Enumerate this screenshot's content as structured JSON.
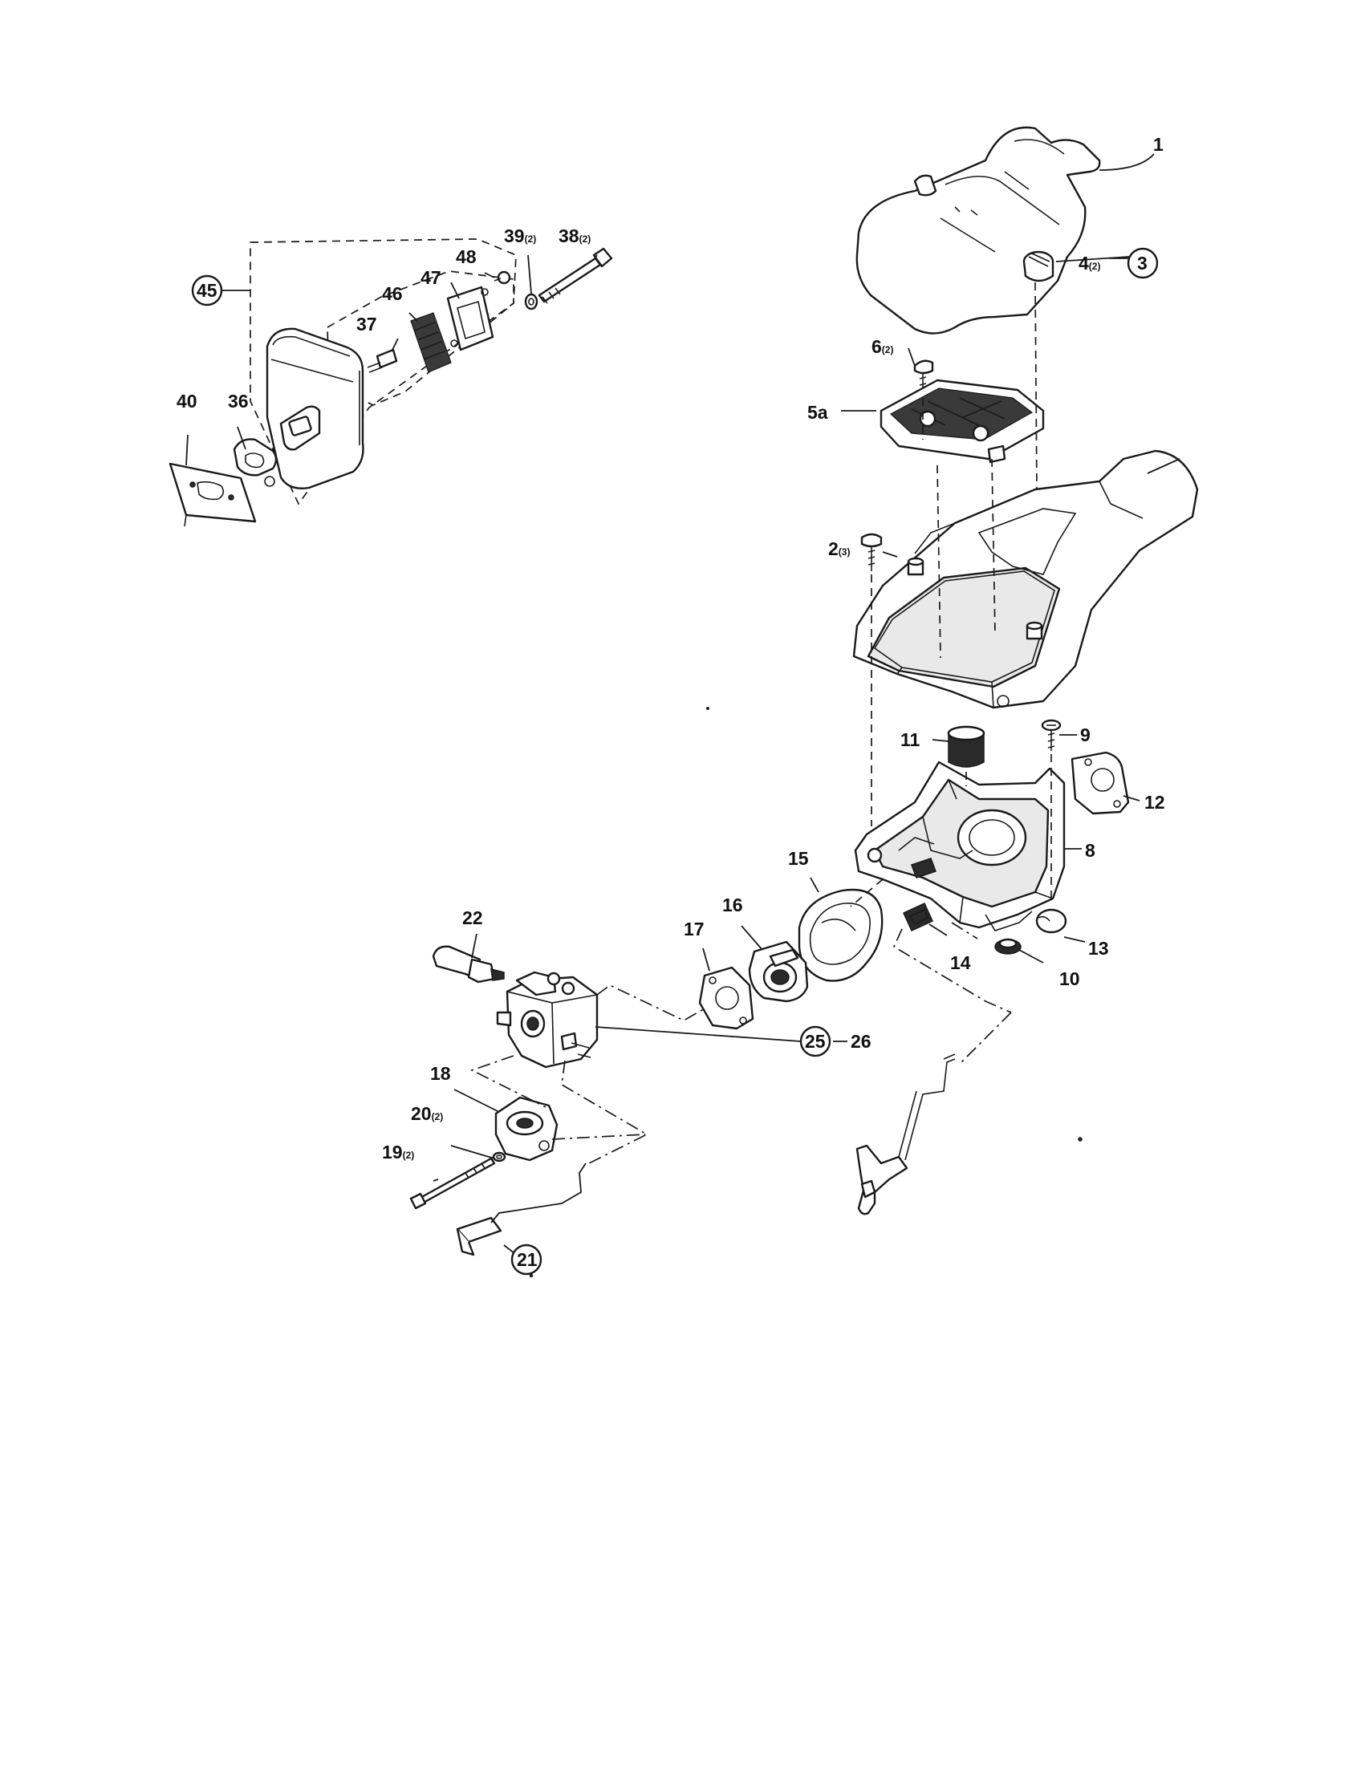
{
  "callouts": {
    "c1": {
      "num": "1",
      "qty": ""
    },
    "c2": {
      "num": "2",
      "qty": "(3)"
    },
    "c3": {
      "num": "3",
      "qty": ""
    },
    "c4": {
      "num": "4",
      "qty": "(2)"
    },
    "c5a": {
      "num": "5a",
      "qty": ""
    },
    "c6": {
      "num": "6",
      "qty": "(2)"
    },
    "c8": {
      "num": "8",
      "qty": ""
    },
    "c9": {
      "num": "9",
      "qty": ""
    },
    "c10": {
      "num": "10",
      "qty": ""
    },
    "c11": {
      "num": "11",
      "qty": ""
    },
    "c12": {
      "num": "12",
      "qty": ""
    },
    "c13": {
      "num": "13",
      "qty": ""
    },
    "c14": {
      "num": "14",
      "qty": ""
    },
    "c15": {
      "num": "15",
      "qty": ""
    },
    "c16": {
      "num": "16",
      "qty": ""
    },
    "c17": {
      "num": "17",
      "qty": ""
    },
    "c18": {
      "num": "18",
      "qty": ""
    },
    "c19": {
      "num": "19",
      "qty": "(2)"
    },
    "c20": {
      "num": "20",
      "qty": "(2)"
    },
    "c21": {
      "num": "21",
      "qty": ""
    },
    "c22": {
      "num": "22",
      "qty": ""
    },
    "c25": {
      "num": "25",
      "qty": ""
    },
    "c26": {
      "num": "26",
      "qty": ""
    },
    "c36": {
      "num": "36",
      "qty": ""
    },
    "c37": {
      "num": "37",
      "qty": ""
    },
    "c38": {
      "num": "38",
      "qty": "(2)"
    },
    "c39": {
      "num": "39",
      "qty": "(2)"
    },
    "c40": {
      "num": "40",
      "qty": ""
    },
    "c45": {
      "num": "45",
      "qty": ""
    },
    "c46": {
      "num": "46",
      "qty": ""
    },
    "c47": {
      "num": "47",
      "qty": ""
    },
    "c48": {
      "num": "48",
      "qty": ""
    }
  },
  "circled_callouts": [
    "3",
    "21",
    "25",
    "45"
  ]
}
